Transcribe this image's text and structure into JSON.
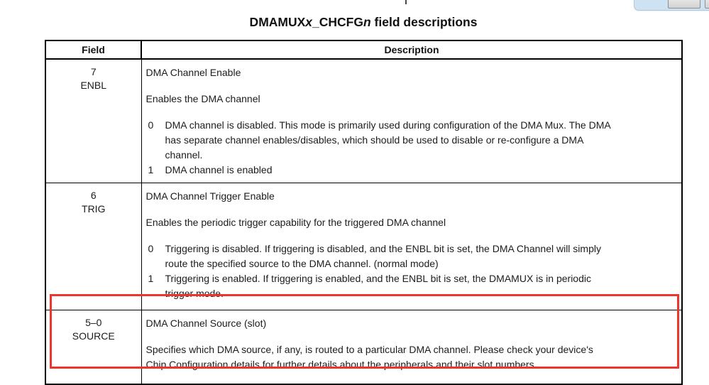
{
  "title": {
    "part1": "DMAMUX",
    "italic1": "x",
    "part2": "_CHCFG",
    "italic2": "n",
    "part3": " field descriptions"
  },
  "table": {
    "headers": [
      "Field",
      "Description"
    ],
    "rows": [
      {
        "bits": "7",
        "name": "ENBL",
        "paragraphs": [
          "DMA Channel Enable",
          "Enables the DMA channel"
        ],
        "list": [
          {
            "value": "0",
            "text": "DMA channel is disabled. This mode is primarily used during configuration of the DMA Mux. The DMA\nhas separate channel enables/disables, which should be used to disable or re-configure a DMA\nchannel."
          },
          {
            "value": "1",
            "text": "DMA channel is enabled"
          }
        ]
      },
      {
        "bits": "6",
        "name": "TRIG",
        "paragraphs": [
          "DMA Channel Trigger Enable",
          "Enables the periodic trigger capability for the triggered DMA channel"
        ],
        "list": [
          {
            "value": "0",
            "text": "Triggering is disabled. If triggering is disabled, and the ENBL bit is set, the DMA Channel will simply\nroute the specified source to the DMA channel. (normal mode)"
          },
          {
            "value": "1",
            "text": "Triggering is enabled. If triggering is enabled, and the ENBL bit is set, the DMAMUX is in periodic\ntrigger mode."
          }
        ]
      },
      {
        "bits": "5–0",
        "name": "SOURCE",
        "paragraphs": [
          "DMA Channel Source (slot)",
          "Specifies which DMA source, if any, is routed to a particular DMA channel. Please check your device's\nChip Configuration details for further details about the peripherals and their slot numbers."
        ]
      }
    ]
  },
  "colors": {
    "annotation_red": "#ee352b",
    "toolbar_blue": "#cde2f3",
    "toolbar_button_grey": "#d9d9d9",
    "table_border_black": "#000000",
    "text_black": "#1c1c1c"
  }
}
